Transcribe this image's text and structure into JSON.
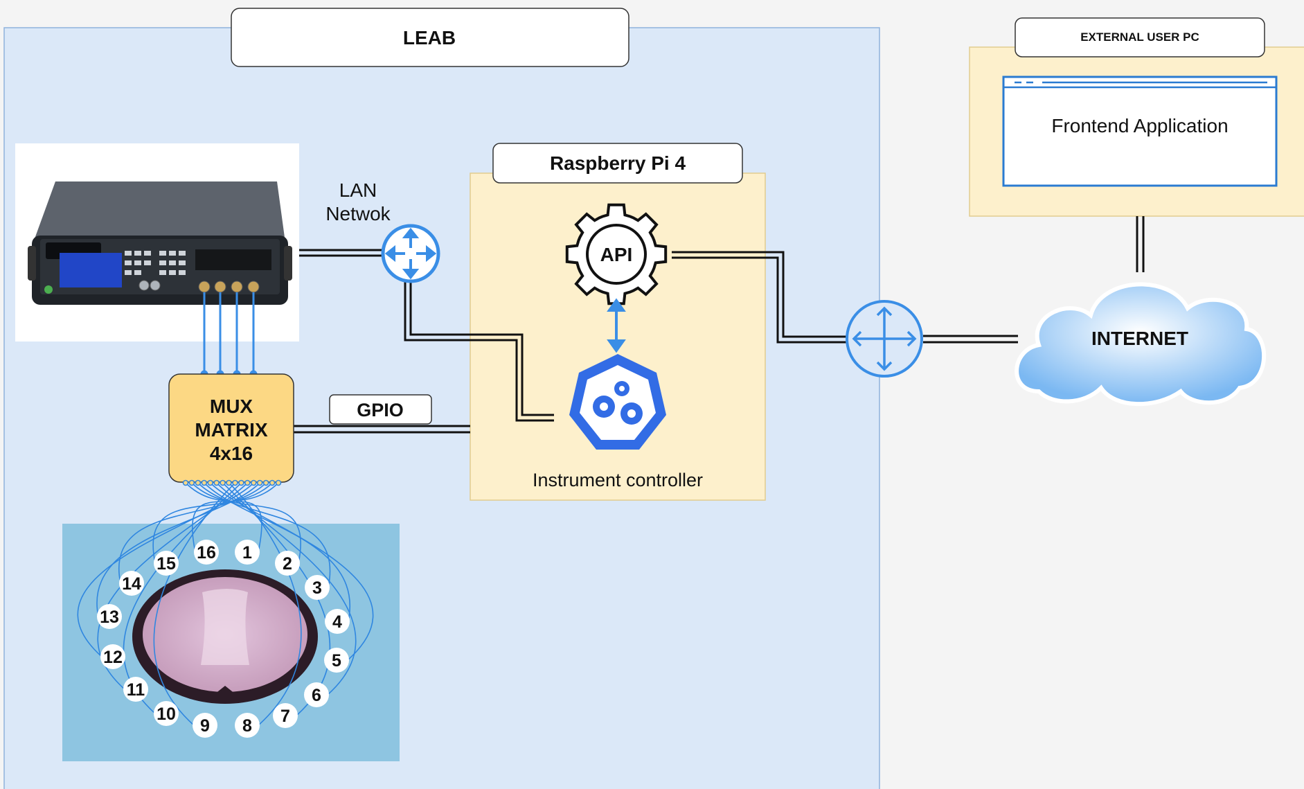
{
  "leab": {
    "title": "LEAB"
  },
  "external": {
    "title": "EXTERNAL USER PC",
    "frontend": "Frontend Application"
  },
  "raspberry": {
    "title": "Raspberry Pi 4",
    "api": "API",
    "controller": "Instrument controller"
  },
  "network": {
    "lan_line1": "LAN",
    "lan_line2": "Netwok",
    "internet": "INTERNET",
    "gpio": "GPIO"
  },
  "mux": {
    "line1": "MUX",
    "line2": "MATRIX",
    "line3": "4x16"
  },
  "electrodes": [
    "1",
    "2",
    "3",
    "4",
    "5",
    "6",
    "7",
    "8",
    "9",
    "10",
    "11",
    "12",
    "13",
    "14",
    "15",
    "16"
  ],
  "colors": {
    "leab_bg": "#dbe8f8",
    "box_bg": "#fdf0cc",
    "accent": "#3a8ee6",
    "kube": "#326ce5",
    "mux": "#fcd884"
  }
}
